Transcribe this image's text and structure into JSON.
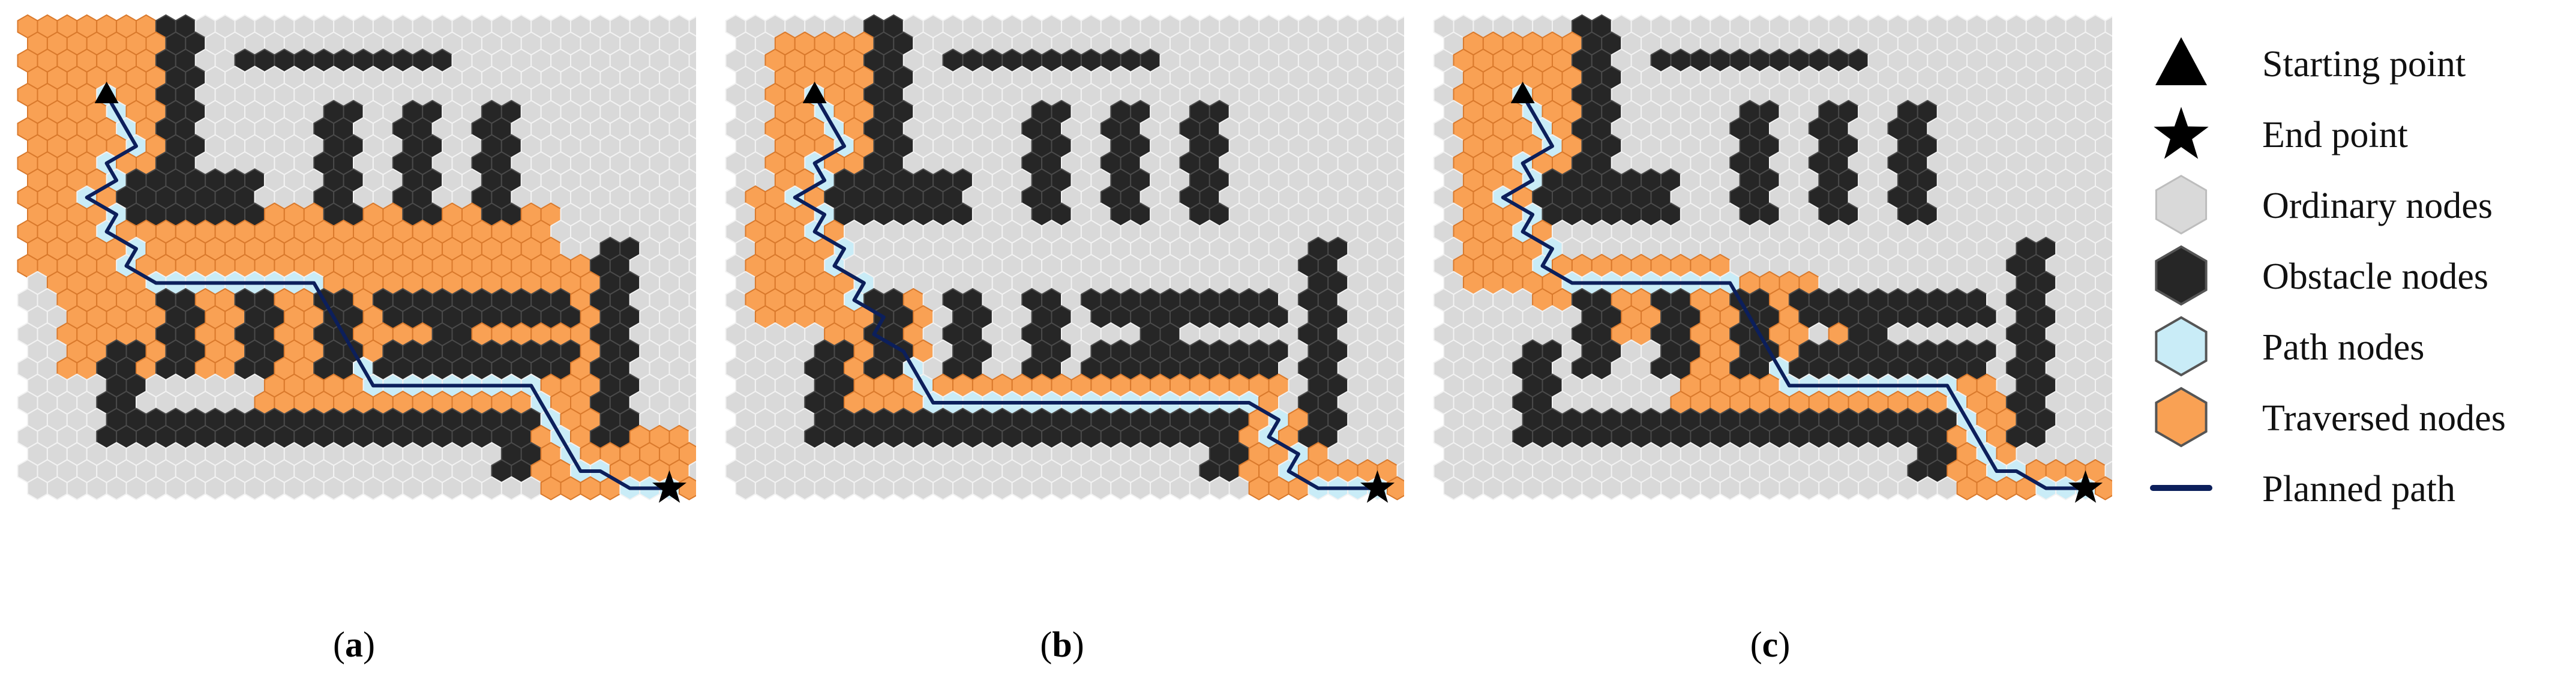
{
  "panels": [
    {
      "id": "a",
      "caption": "a"
    },
    {
      "id": "b",
      "caption": "b"
    },
    {
      "id": "c",
      "caption": "c"
    }
  ],
  "legend": [
    {
      "key": "start",
      "label": "Starting point",
      "icon": "triangle-icon"
    },
    {
      "key": "end",
      "label": "End point",
      "icon": "star-icon"
    },
    {
      "key": "ordinary",
      "label": "Ordinary nodes",
      "icon": "hexagon-icon",
      "color": "#d9d9d9"
    },
    {
      "key": "obstacle",
      "label": "Obstacle nodes",
      "icon": "hexagon-icon",
      "color": "#262626"
    },
    {
      "key": "path",
      "label": "Path nodes",
      "icon": "hexagon-icon",
      "color": "#c9ecf7"
    },
    {
      "key": "traversed",
      "label": "Traversed nodes",
      "icon": "hexagon-icon",
      "color": "#f9a154"
    },
    {
      "key": "planned",
      "label": "Planned path",
      "icon": "line-icon",
      "color": "#0c1f5b"
    }
  ],
  "colors": {
    "ordinary": "#d9d9d9",
    "obstacle": "#262626",
    "path": "#c9ecf7",
    "traversed": "#f9a154",
    "planned": "#0c1f5b",
    "hex_stroke": "#ffffff"
  }
}
